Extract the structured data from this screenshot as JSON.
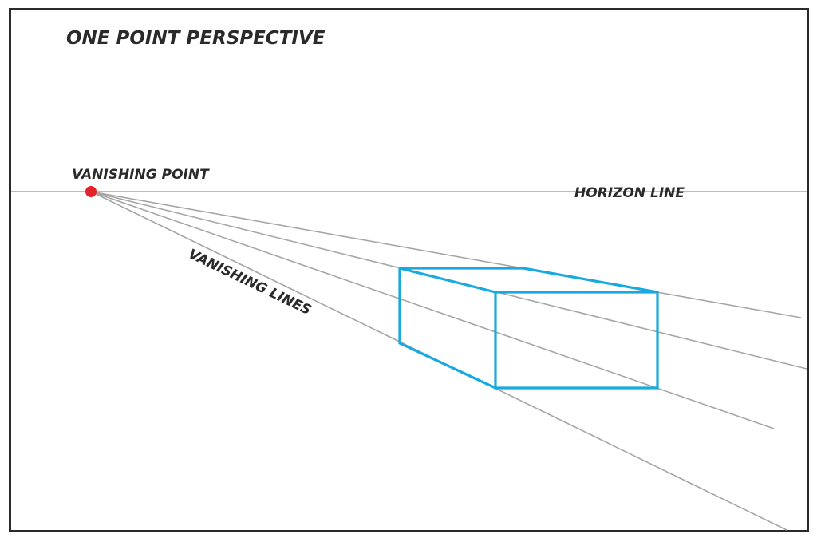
{
  "title": "ONE POINT PERSPECTIVE",
  "labels": {
    "vanishing_point": "VANISHING POINT",
    "horizon_line": "HORIZON LINE",
    "vanishing_lines": "VANISHING LINES"
  },
  "colors": {
    "frame": "#2a2a2a",
    "text": "#2a2a2a",
    "guide_lines": "#a6a6a6",
    "vanishing_point": "#e8202a",
    "box": "#17a9e0"
  }
}
